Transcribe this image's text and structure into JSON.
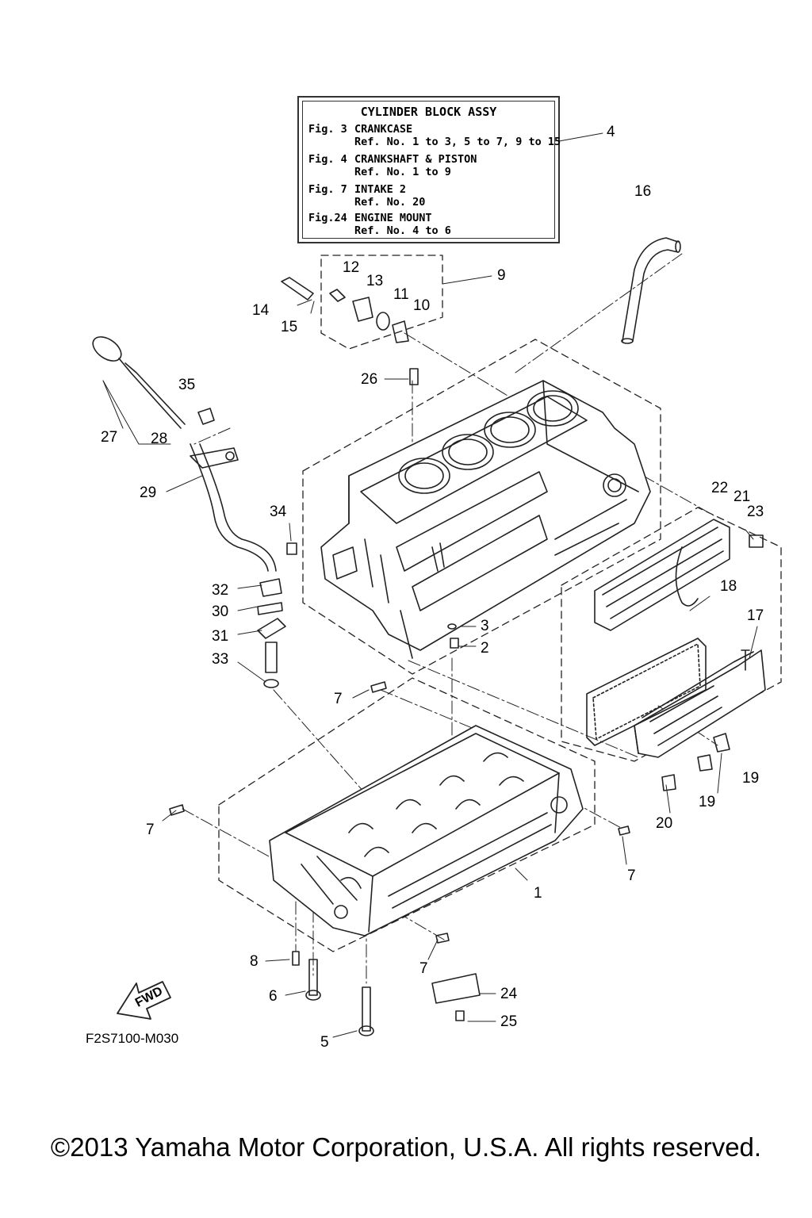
{
  "reference_box": {
    "title": "CYLINDER BLOCK ASSY",
    "rows": [
      {
        "fig": "Fig.  3",
        "name": "CRANKCASE",
        "refs": "Ref. No. 1 to 3, 5 to 7, 9 to 15"
      },
      {
        "fig": "Fig.  4",
        "name": "CRANKSHAFT & PISTON",
        "refs": "Ref. No. 1 to 9"
      },
      {
        "fig": "Fig.  7",
        "name": "INTAKE 2",
        "refs": "Ref. No. 20"
      },
      {
        "fig": "Fig.24",
        "name": "ENGINE MOUNT",
        "refs": "Ref. No. 4 to 6"
      }
    ]
  },
  "callouts": {
    "c1": "1",
    "c2": "2",
    "c3": "3",
    "c4": "4",
    "c5": "5",
    "c6": "6",
    "c7a": "7",
    "c7b": "7",
    "c7c": "7",
    "c7d": "7",
    "c8": "8",
    "c9": "9",
    "c10": "10",
    "c11": "11",
    "c12": "12",
    "c13": "13",
    "c14": "14",
    "c15": "15",
    "c16": "16",
    "c17": "17",
    "c18": "18",
    "c19a": "19",
    "c19b": "19",
    "c20": "20",
    "c21": "21",
    "c22": "22",
    "c23": "23",
    "c24": "24",
    "c25": "25",
    "c26": "26",
    "c27": "27",
    "c28": "28",
    "c29": "29",
    "c30": "30",
    "c31": "31",
    "c32": "32",
    "c33": "33",
    "c34": "34",
    "c35": "35"
  },
  "fwd_label": "FWD",
  "diagram_code": "F2S7100-M030",
  "copyright": "©2013 Yamaha Motor Corporation, U.S.A. All rights reserved."
}
